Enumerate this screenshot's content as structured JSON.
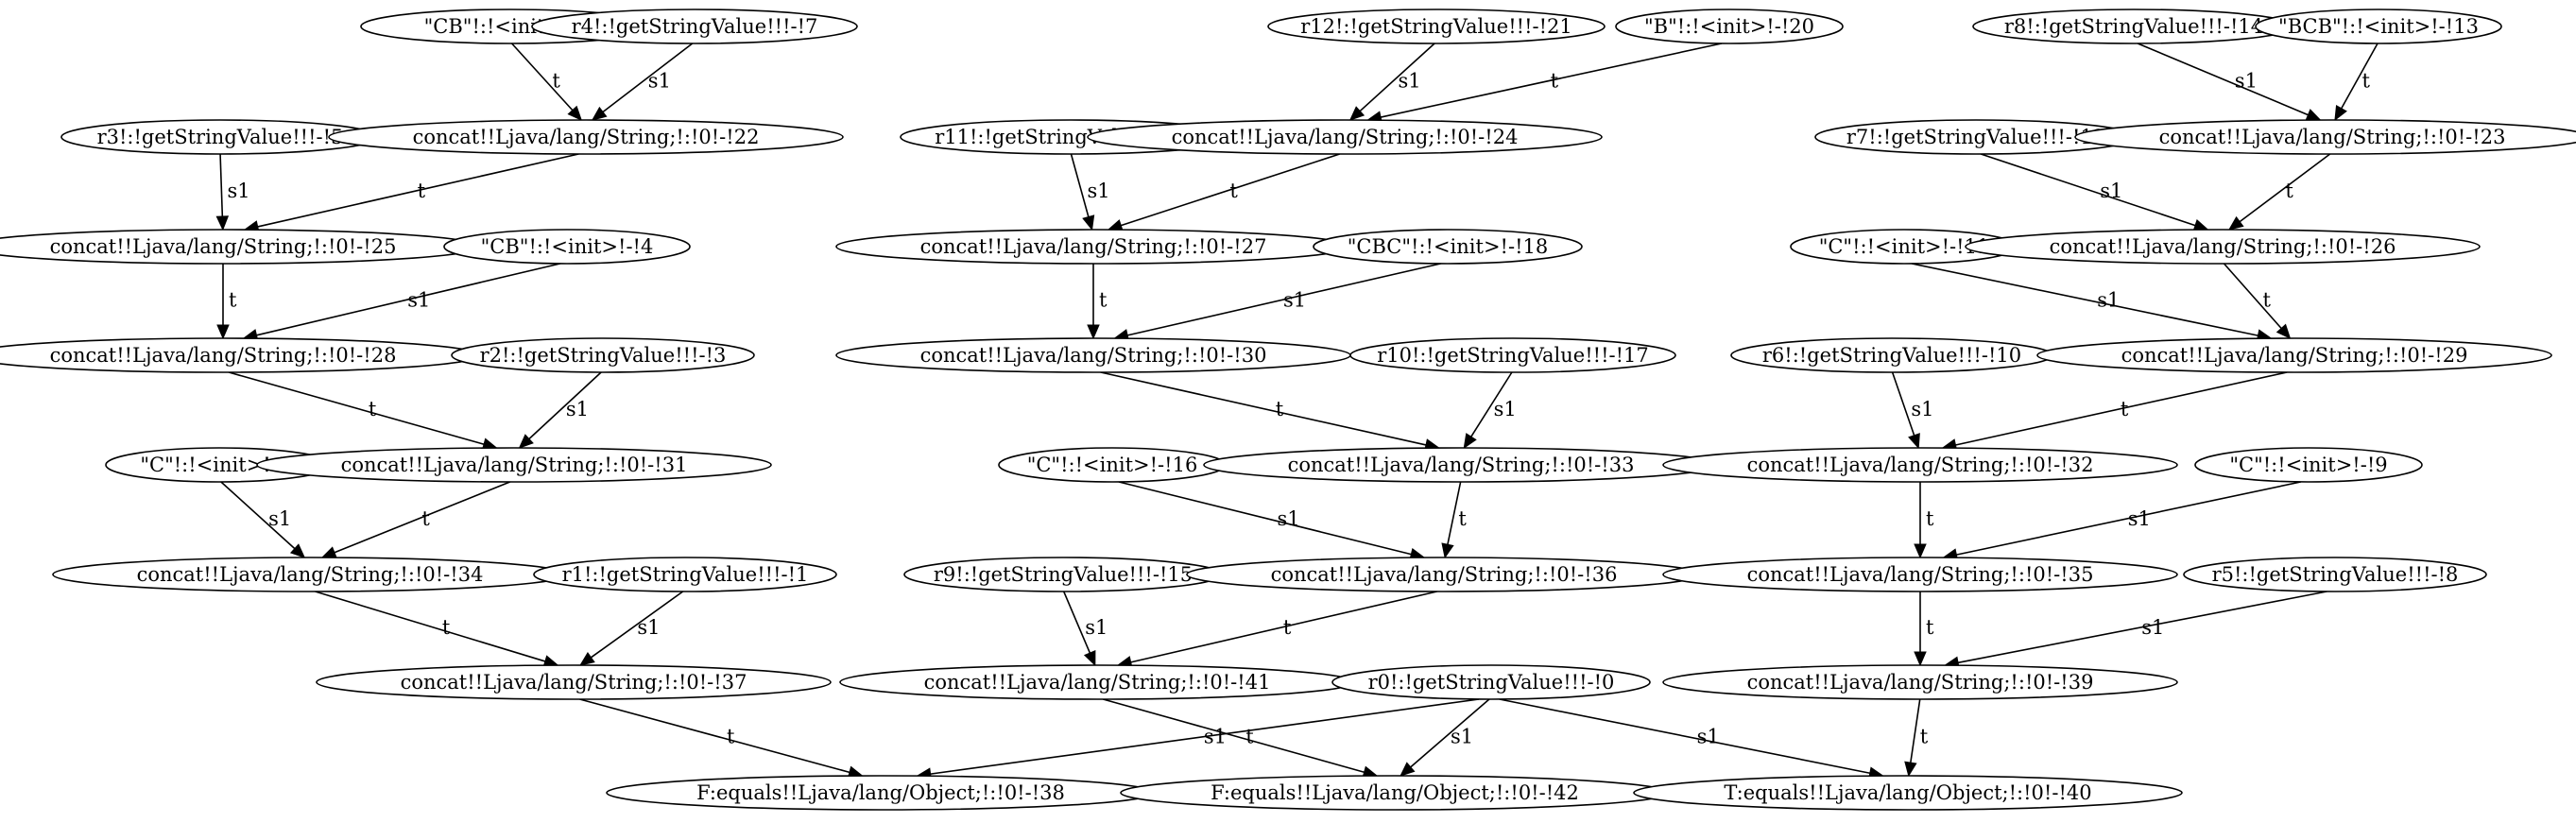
{
  "nodes": [
    {
      "id": "n6",
      "label": "\"CB\"!:!<init>!-!6"
    },
    {
      "id": "n7",
      "label": "r4!:!getStringValue!!!-!7"
    },
    {
      "id": "n21",
      "label": "r12!:!getStringValue!!!-!21"
    },
    {
      "id": "n20",
      "label": "\"B\"!:!<init>!-!20"
    },
    {
      "id": "n14",
      "label": "r8!:!getStringValue!!!-!14"
    },
    {
      "id": "n13",
      "label": "\"BCB\"!:!<init>!-!13"
    },
    {
      "id": "n5",
      "label": "r3!:!getStringValue!!!-!5"
    },
    {
      "id": "n22",
      "label": "concat!!Ljava/lang/String;!:!0!-!22"
    },
    {
      "id": "n19",
      "label": "r11!:!getStringValue!!!-!19"
    },
    {
      "id": "n24",
      "label": "concat!!Ljava/lang/String;!:!0!-!24"
    },
    {
      "id": "n12",
      "label": "r7!:!getStringValue!!!-!12"
    },
    {
      "id": "n23",
      "label": "concat!!Ljava/lang/String;!:!0!-!23"
    },
    {
      "id": "n25",
      "label": "concat!!Ljava/lang/String;!:!0!-!25"
    },
    {
      "id": "n4",
      "label": "\"CB\"!:!<init>!-!4"
    },
    {
      "id": "n27",
      "label": "concat!!Ljava/lang/String;!:!0!-!27"
    },
    {
      "id": "n18",
      "label": "\"CBC\"!:!<init>!-!18"
    },
    {
      "id": "n11",
      "label": "\"C\"!:!<init>!-!11"
    },
    {
      "id": "n26",
      "label": "concat!!Ljava/lang/String;!:!0!-!26"
    },
    {
      "id": "n28",
      "label": "concat!!Ljava/lang/String;!:!0!-!28"
    },
    {
      "id": "n3",
      "label": "r2!:!getStringValue!!!-!3"
    },
    {
      "id": "n30",
      "label": "concat!!Ljava/lang/String;!:!0!-!30"
    },
    {
      "id": "n17",
      "label": "r10!:!getStringValue!!!-!17"
    },
    {
      "id": "n10",
      "label": "r6!:!getStringValue!!!-!10"
    },
    {
      "id": "n29",
      "label": "concat!!Ljava/lang/String;!:!0!-!29"
    },
    {
      "id": "n2",
      "label": "\"C\"!:!<init>!-!2"
    },
    {
      "id": "n31",
      "label": "concat!!Ljava/lang/String;!:!0!-!31"
    },
    {
      "id": "n16",
      "label": "\"C\"!:!<init>!-!16"
    },
    {
      "id": "n33",
      "label": "concat!!Ljava/lang/String;!:!0!-!33"
    },
    {
      "id": "n32",
      "label": "concat!!Ljava/lang/String;!:!0!-!32"
    },
    {
      "id": "n9",
      "label": "\"C\"!:!<init>!-!9"
    },
    {
      "id": "n34",
      "label": "concat!!Ljava/lang/String;!:!0!-!34"
    },
    {
      "id": "n1",
      "label": "r1!:!getStringValue!!!-!1"
    },
    {
      "id": "n15",
      "label": "r9!:!getStringValue!!!-!15"
    },
    {
      "id": "n36",
      "label": "concat!!Ljava/lang/String;!:!0!-!36"
    },
    {
      "id": "n35",
      "label": "concat!!Ljava/lang/String;!:!0!-!35"
    },
    {
      "id": "n8",
      "label": "r5!:!getStringValue!!!-!8"
    },
    {
      "id": "n37",
      "label": "concat!!Ljava/lang/String;!:!0!-!37"
    },
    {
      "id": "n41",
      "label": "concat!!Ljava/lang/String;!:!0!-!41"
    },
    {
      "id": "n0",
      "label": "r0!:!getStringValue!!!-!0"
    },
    {
      "id": "n39",
      "label": "concat!!Ljava/lang/String;!:!0!-!39"
    },
    {
      "id": "n38",
      "label": "F:equals!!Ljava/lang/Object;!:!0!-!38"
    },
    {
      "id": "n42",
      "label": "F:equals!!Ljava/lang/Object;!:!0!-!42"
    },
    {
      "id": "n40",
      "label": "T:equals!!Ljava/lang/Object;!:!0!-!40"
    }
  ],
  "edges": [
    {
      "from": "n6",
      "to": "n22",
      "label": "t"
    },
    {
      "from": "n7",
      "to": "n22",
      "label": "s1"
    },
    {
      "from": "n21",
      "to": "n24",
      "label": "s1"
    },
    {
      "from": "n20",
      "to": "n24",
      "label": "t"
    },
    {
      "from": "n14",
      "to": "n23",
      "label": "s1"
    },
    {
      "from": "n13",
      "to": "n23",
      "label": "t"
    },
    {
      "from": "n5",
      "to": "n25",
      "label": "s1"
    },
    {
      "from": "n22",
      "to": "n25",
      "label": "t"
    },
    {
      "from": "n19",
      "to": "n27",
      "label": "s1"
    },
    {
      "from": "n24",
      "to": "n27",
      "label": "t"
    },
    {
      "from": "n12",
      "to": "n26",
      "label": "s1"
    },
    {
      "from": "n23",
      "to": "n26",
      "label": "t"
    },
    {
      "from": "n25",
      "to": "n28",
      "label": "t"
    },
    {
      "from": "n4",
      "to": "n28",
      "label": "s1"
    },
    {
      "from": "n27",
      "to": "n30",
      "label": "t"
    },
    {
      "from": "n18",
      "to": "n30",
      "label": "s1"
    },
    {
      "from": "n11",
      "to": "n29",
      "label": "s1"
    },
    {
      "from": "n26",
      "to": "n29",
      "label": "t"
    },
    {
      "from": "n28",
      "to": "n31",
      "label": "t"
    },
    {
      "from": "n3",
      "to": "n31",
      "label": "s1"
    },
    {
      "from": "n30",
      "to": "n33",
      "label": "t"
    },
    {
      "from": "n17",
      "to": "n33",
      "label": "s1"
    },
    {
      "from": "n10",
      "to": "n32",
      "label": "s1"
    },
    {
      "from": "n29",
      "to": "n32",
      "label": "t"
    },
    {
      "from": "n2",
      "to": "n34",
      "label": "s1"
    },
    {
      "from": "n31",
      "to": "n34",
      "label": "t"
    },
    {
      "from": "n16",
      "to": "n36",
      "label": "s1"
    },
    {
      "from": "n33",
      "to": "n36",
      "label": "t"
    },
    {
      "from": "n32",
      "to": "n35",
      "label": "t"
    },
    {
      "from": "n9",
      "to": "n35",
      "label": "s1"
    },
    {
      "from": "n34",
      "to": "n37",
      "label": "t"
    },
    {
      "from": "n1",
      "to": "n37",
      "label": "s1"
    },
    {
      "from": "n15",
      "to": "n41",
      "label": "s1"
    },
    {
      "from": "n36",
      "to": "n41",
      "label": "t"
    },
    {
      "from": "n35",
      "to": "n39",
      "label": "t"
    },
    {
      "from": "n8",
      "to": "n39",
      "label": "s1"
    },
    {
      "from": "n37",
      "to": "n38",
      "label": "t"
    },
    {
      "from": "n0",
      "to": "n38",
      "label": "s1"
    },
    {
      "from": "n41",
      "to": "n42",
      "label": "t"
    },
    {
      "from": "n0",
      "to": "n42",
      "label": "s1"
    },
    {
      "from": "n0",
      "to": "n40",
      "label": "s1"
    },
    {
      "from": "n39",
      "to": "n40",
      "label": "t"
    }
  ]
}
